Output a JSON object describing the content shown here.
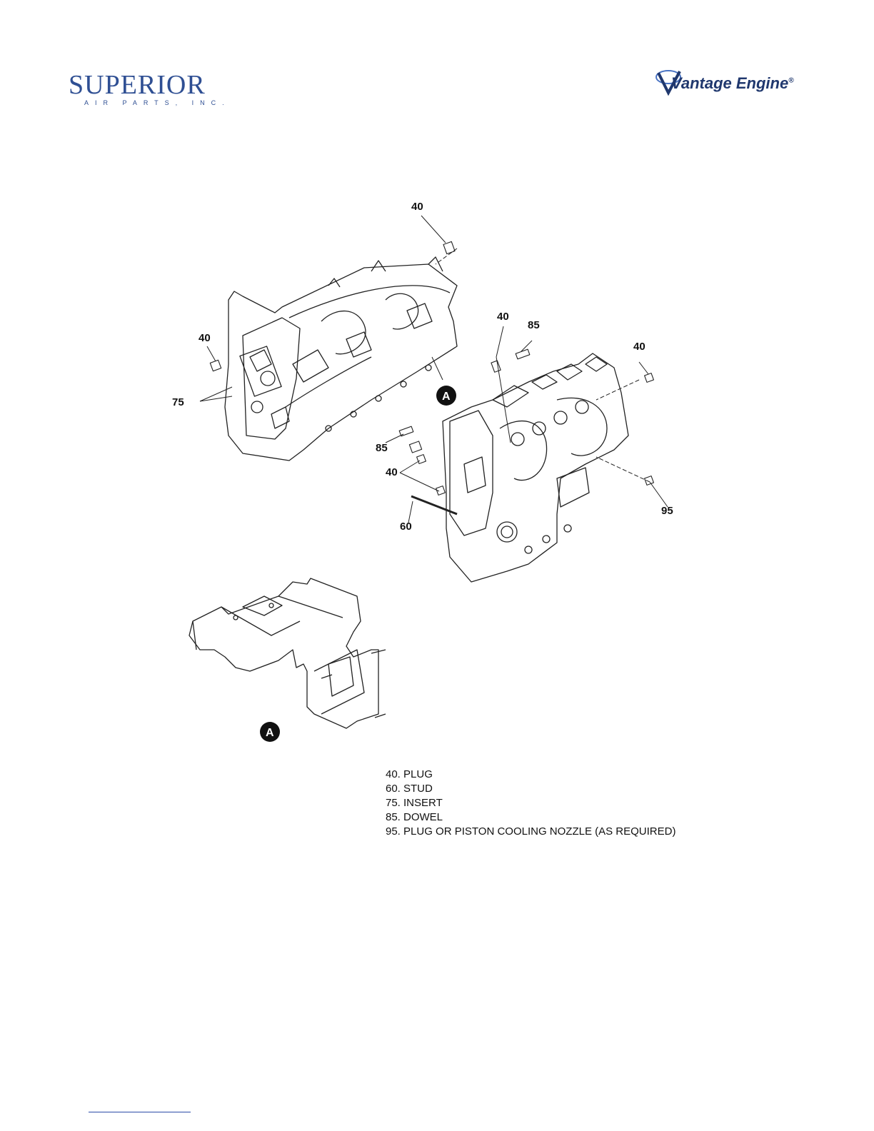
{
  "logos": {
    "left": {
      "name": "SUPERIOR",
      "sub": "AIR PARTS, INC."
    },
    "right": {
      "name": "Vantage Engine",
      "mark": "®"
    }
  },
  "callouts": {
    "plug_top": "40",
    "plug_left": "40",
    "insert": "75",
    "detail_a_ref": "A",
    "plug_mid": "40",
    "dowel_top": "85",
    "plug_right": "40",
    "dowel_left": "85",
    "plug_lower": "40",
    "stud": "60",
    "nozzle": "95",
    "detail_a_label": "A"
  },
  "legend": [
    "40. PLUG",
    "60. STUD",
    "75. INSERT",
    "85. DOWEL",
    "95. PLUG OR PISTON COOLING NOZZLE (AS REQUIRED)"
  ]
}
